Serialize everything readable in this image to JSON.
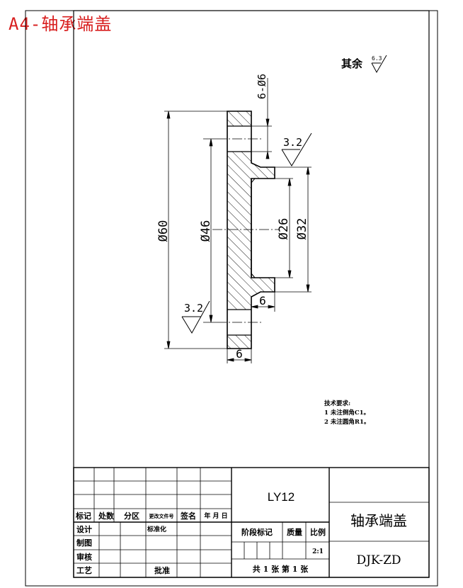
{
  "header": {
    "title": "A4-轴承端盖"
  },
  "drawing": {
    "roughness_default": {
      "label": "其余",
      "value": "6.3"
    },
    "roughness_1": "3.2",
    "roughness_2": "3.2",
    "dims": {
      "holes": "6-Ø6",
      "d60": "Ø60",
      "d46": "Ø46",
      "d26": "Ø26",
      "d32": "Ø32",
      "w6_inner": "6",
      "w6_bottom": "6"
    },
    "tech_notes": {
      "title": "技术要求:",
      "items": [
        "1 未注倒角C1。",
        "2 未注圆角R1。"
      ]
    }
  },
  "title_block": {
    "material": "LY12",
    "part_name": "轴承端盖",
    "drawing_no": "DJK-ZD",
    "revision_headers": [
      "标记",
      "处数",
      "分区",
      "更改文件号",
      "签名",
      "年 月 日"
    ],
    "roles": [
      "设计",
      "制图",
      "审核",
      "工艺"
    ],
    "standardize": "标准化",
    "approve": "批准",
    "stage_mark": "阶段标记",
    "weight": "质量",
    "scale_label": "比例",
    "scale": "2:1",
    "sheets": "共 1  张  第  1 张"
  }
}
